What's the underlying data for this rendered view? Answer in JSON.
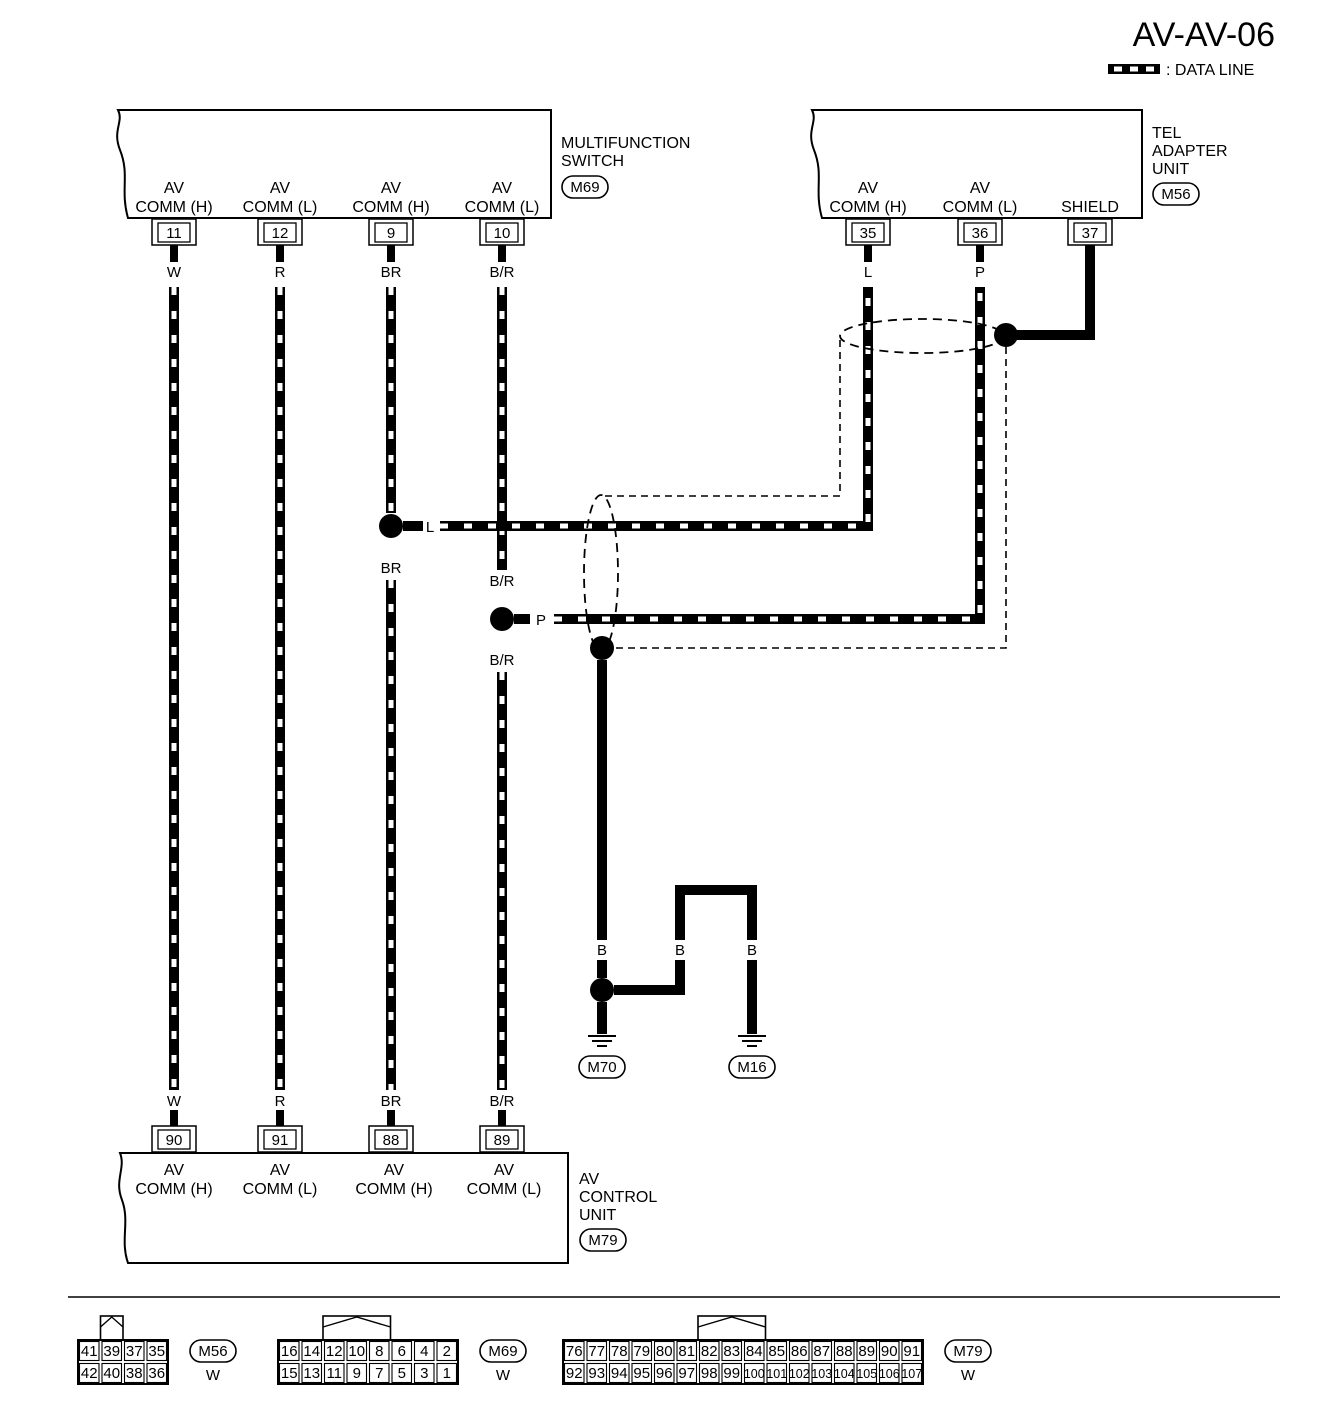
{
  "page_code": "AV-AV-06",
  "legend_text": ": DATA LINE",
  "units": {
    "multifunction": {
      "name_lines": [
        "MULTIFUNCTION",
        "SWITCH"
      ],
      "connector": "M69",
      "terminals": [
        {
          "pin": "11",
          "line1": "AV",
          "line2": "COMM (H)",
          "wire": "W"
        },
        {
          "pin": "12",
          "line1": "AV",
          "line2": "COMM (L)",
          "wire": "R"
        },
        {
          "pin": "9",
          "line1": "AV",
          "line2": "COMM (H)",
          "wire": "BR"
        },
        {
          "pin": "10",
          "line1": "AV",
          "line2": "COMM (L)",
          "wire": "B/R"
        }
      ]
    },
    "tel_adapter": {
      "name_lines": [
        "TEL",
        "ADAPTER",
        "UNIT"
      ],
      "connector": "M56",
      "terminals": [
        {
          "pin": "35",
          "line1": "AV",
          "line2": "COMM (H)",
          "wire": "L"
        },
        {
          "pin": "36",
          "line1": "AV",
          "line2": "COMM (L)",
          "wire": "P"
        },
        {
          "pin": "37",
          "line1": "",
          "line2": "SHIELD",
          "wire": ""
        }
      ]
    },
    "av_control": {
      "name_lines": [
        "AV",
        "CONTROL",
        "UNIT"
      ],
      "connector": "M79",
      "terminals": [
        {
          "pin": "90",
          "line1": "AV",
          "line2": "COMM (H)",
          "wire": "W"
        },
        {
          "pin": "91",
          "line1": "AV",
          "line2": "COMM (L)",
          "wire": "R"
        },
        {
          "pin": "88",
          "line1": "AV",
          "line2": "COMM (H)",
          "wire": "BR"
        },
        {
          "pin": "89",
          "line1": "AV",
          "line2": "COMM (L)",
          "wire": "B/R"
        }
      ]
    }
  },
  "splices": {
    "br_branch": {
      "horizontal": "L",
      "below": "BR"
    },
    "br_r_branch": {
      "above": "B/R",
      "horizontal": "P",
      "below": "B/R"
    }
  },
  "grounds": {
    "wire_labels": [
      "B",
      "B",
      "B"
    ],
    "connectors": [
      "M70",
      "M16"
    ]
  },
  "connector_faces": [
    {
      "id": "M56",
      "color": "W",
      "top": [
        "41",
        "39",
        "37",
        "35"
      ],
      "bottom": [
        "42",
        "40",
        "38",
        "36"
      ]
    },
    {
      "id": "M69",
      "color": "W",
      "top": [
        "16",
        "14",
        "12",
        "10",
        "8",
        "6",
        "4",
        "2"
      ],
      "bottom": [
        "15",
        "13",
        "11",
        "9",
        "7",
        "5",
        "3",
        "1"
      ]
    },
    {
      "id": "M79",
      "color": "W",
      "top": [
        "76",
        "77",
        "78",
        "79",
        "80",
        "81",
        "82",
        "83",
        "84",
        "85",
        "86",
        "87",
        "88",
        "89",
        "90",
        "91"
      ],
      "bottom": [
        "92",
        "93",
        "94",
        "95",
        "96",
        "97",
        "98",
        "99",
        "100",
        "101",
        "102",
        "103",
        "104",
        "105",
        "106",
        "107"
      ]
    }
  ]
}
